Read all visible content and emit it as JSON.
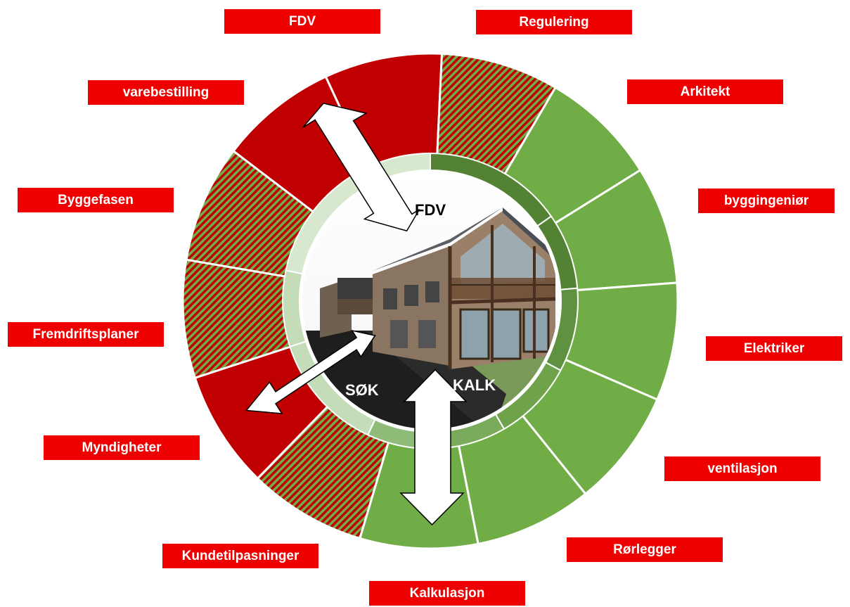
{
  "labels": [
    {
      "key": "fdv",
      "text": "FDV"
    },
    {
      "key": "regulering",
      "text": "Regulering"
    },
    {
      "key": "arkitekt",
      "text": "Arkitekt"
    },
    {
      "key": "byggingenior",
      "text": "byggingeniør"
    },
    {
      "key": "elektriker",
      "text": "Elektriker"
    },
    {
      "key": "ventilasjon",
      "text": "ventilasjon"
    },
    {
      "key": "rorlegger",
      "text": "Rørlegger"
    },
    {
      "key": "kalkulasjon",
      "text": "Kalkulasjon"
    },
    {
      "key": "kundetilpasninger",
      "text": "Kundetilpasninger"
    },
    {
      "key": "myndigheter",
      "text": "Myndigheter"
    },
    {
      "key": "fremdriftsplaner",
      "text": "Fremdriftsplaner"
    },
    {
      "key": "byggefasen",
      "text": "Byggefasen"
    },
    {
      "key": "varebestilling",
      "text": "varebestilling"
    }
  ],
  "centre": {
    "fdv": "FDV",
    "sok": "SØK",
    "kalk": "KALK"
  },
  "segments": [
    {
      "name": "segment-fdv",
      "status": "red"
    },
    {
      "name": "segment-regulering",
      "status": "hatched"
    },
    {
      "name": "segment-arkitekt",
      "status": "green"
    },
    {
      "name": "segment-byggingenior",
      "status": "green"
    },
    {
      "name": "segment-elektriker",
      "status": "green"
    },
    {
      "name": "segment-ventilasjon",
      "status": "green"
    },
    {
      "name": "segment-rorlegger",
      "status": "green"
    },
    {
      "name": "segment-kalkulasjon",
      "status": "green"
    },
    {
      "name": "segment-kundetilpasninger",
      "status": "hatched"
    },
    {
      "name": "segment-myndigheter",
      "status": "red"
    },
    {
      "name": "segment-fremdriftsplaner",
      "status": "hatched"
    },
    {
      "name": "segment-byggefasen",
      "status": "hatched"
    },
    {
      "name": "segment-varebestilling",
      "status": "red"
    }
  ],
  "colors": {
    "red": "#c00000",
    "green": "#70ad47",
    "label_bg": "#ee0000",
    "dark_green": "#548235",
    "light_green": "#c5dcb8"
  }
}
